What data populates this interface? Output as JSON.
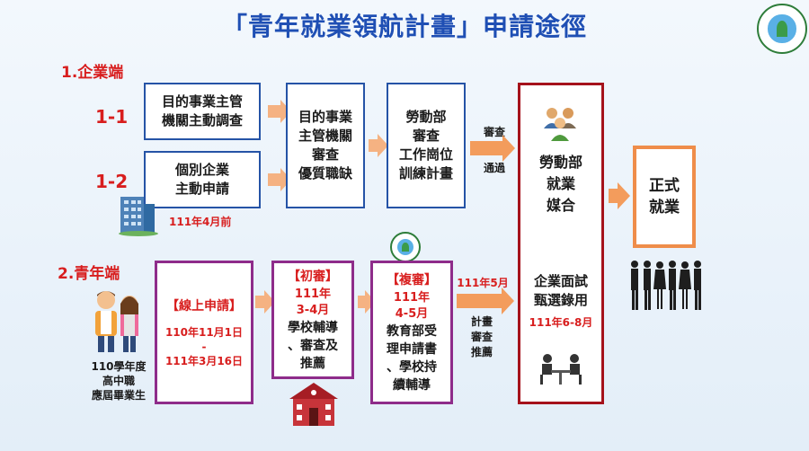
{
  "title": "「青年就業領航計畫」申請途徑",
  "enterprise": {
    "section": "1.企業端",
    "row1_label": "1-1",
    "row2_label": "1-2",
    "box_1_1": [
      "目的事業主管",
      "機關主動調查"
    ],
    "box_1_2": [
      "個別企業",
      "主動申請"
    ],
    "date_1_2": "111年4月前",
    "box_agency": [
      "目的事業",
      "主管機關",
      "審查",
      "優質職缺"
    ],
    "box_labor": [
      "勞動部",
      "審查",
      "工作崗位",
      "訓練計畫"
    ],
    "arrow_text": [
      "審查",
      "通過"
    ]
  },
  "youth": {
    "section": "2.青年端",
    "student_caption": [
      "110學年度",
      "高中職",
      "應屆畢業生"
    ],
    "box_online_title": "【線上申請】",
    "box_online_dates": [
      "110年11月1日",
      "-",
      "111年3月16日"
    ],
    "box_first_title": "【初審】",
    "box_first_time": [
      "111年",
      "3-4月"
    ],
    "box_first_body": [
      "學校輔導",
      "、審查及",
      "推薦"
    ],
    "box_second_title": "【複審】",
    "box_second_time": [
      "111年",
      "4-5月"
    ],
    "box_second_body": [
      "教育部受",
      "理申請書",
      "、學校持",
      "續輔導"
    ],
    "arrow_top": "111年5月",
    "arrow_bottom": [
      "計畫",
      "審查",
      "推薦"
    ]
  },
  "matching": {
    "title_lines": [
      "勞動部",
      "就業",
      "媒合"
    ],
    "interview_lines": [
      "企業面試",
      "甄選錄用"
    ],
    "interview_date": "111年6-8月"
  },
  "result": [
    "正式",
    "就業"
  ],
  "colors": {
    "title": "#1f4fb4",
    "section": "#d81e1e",
    "blue_border": "#2553a6",
    "purple_border": "#8e2c8a",
    "match_border": "#a5121b",
    "result_border": "#ef8d4a",
    "arrow": "#f5b282"
  },
  "icons": [
    "ministry-seal-icon",
    "building-icon",
    "people-group-icon",
    "students-icon",
    "school-house-icon",
    "interview-icon",
    "business-people-icon",
    "arrow-icon"
  ]
}
